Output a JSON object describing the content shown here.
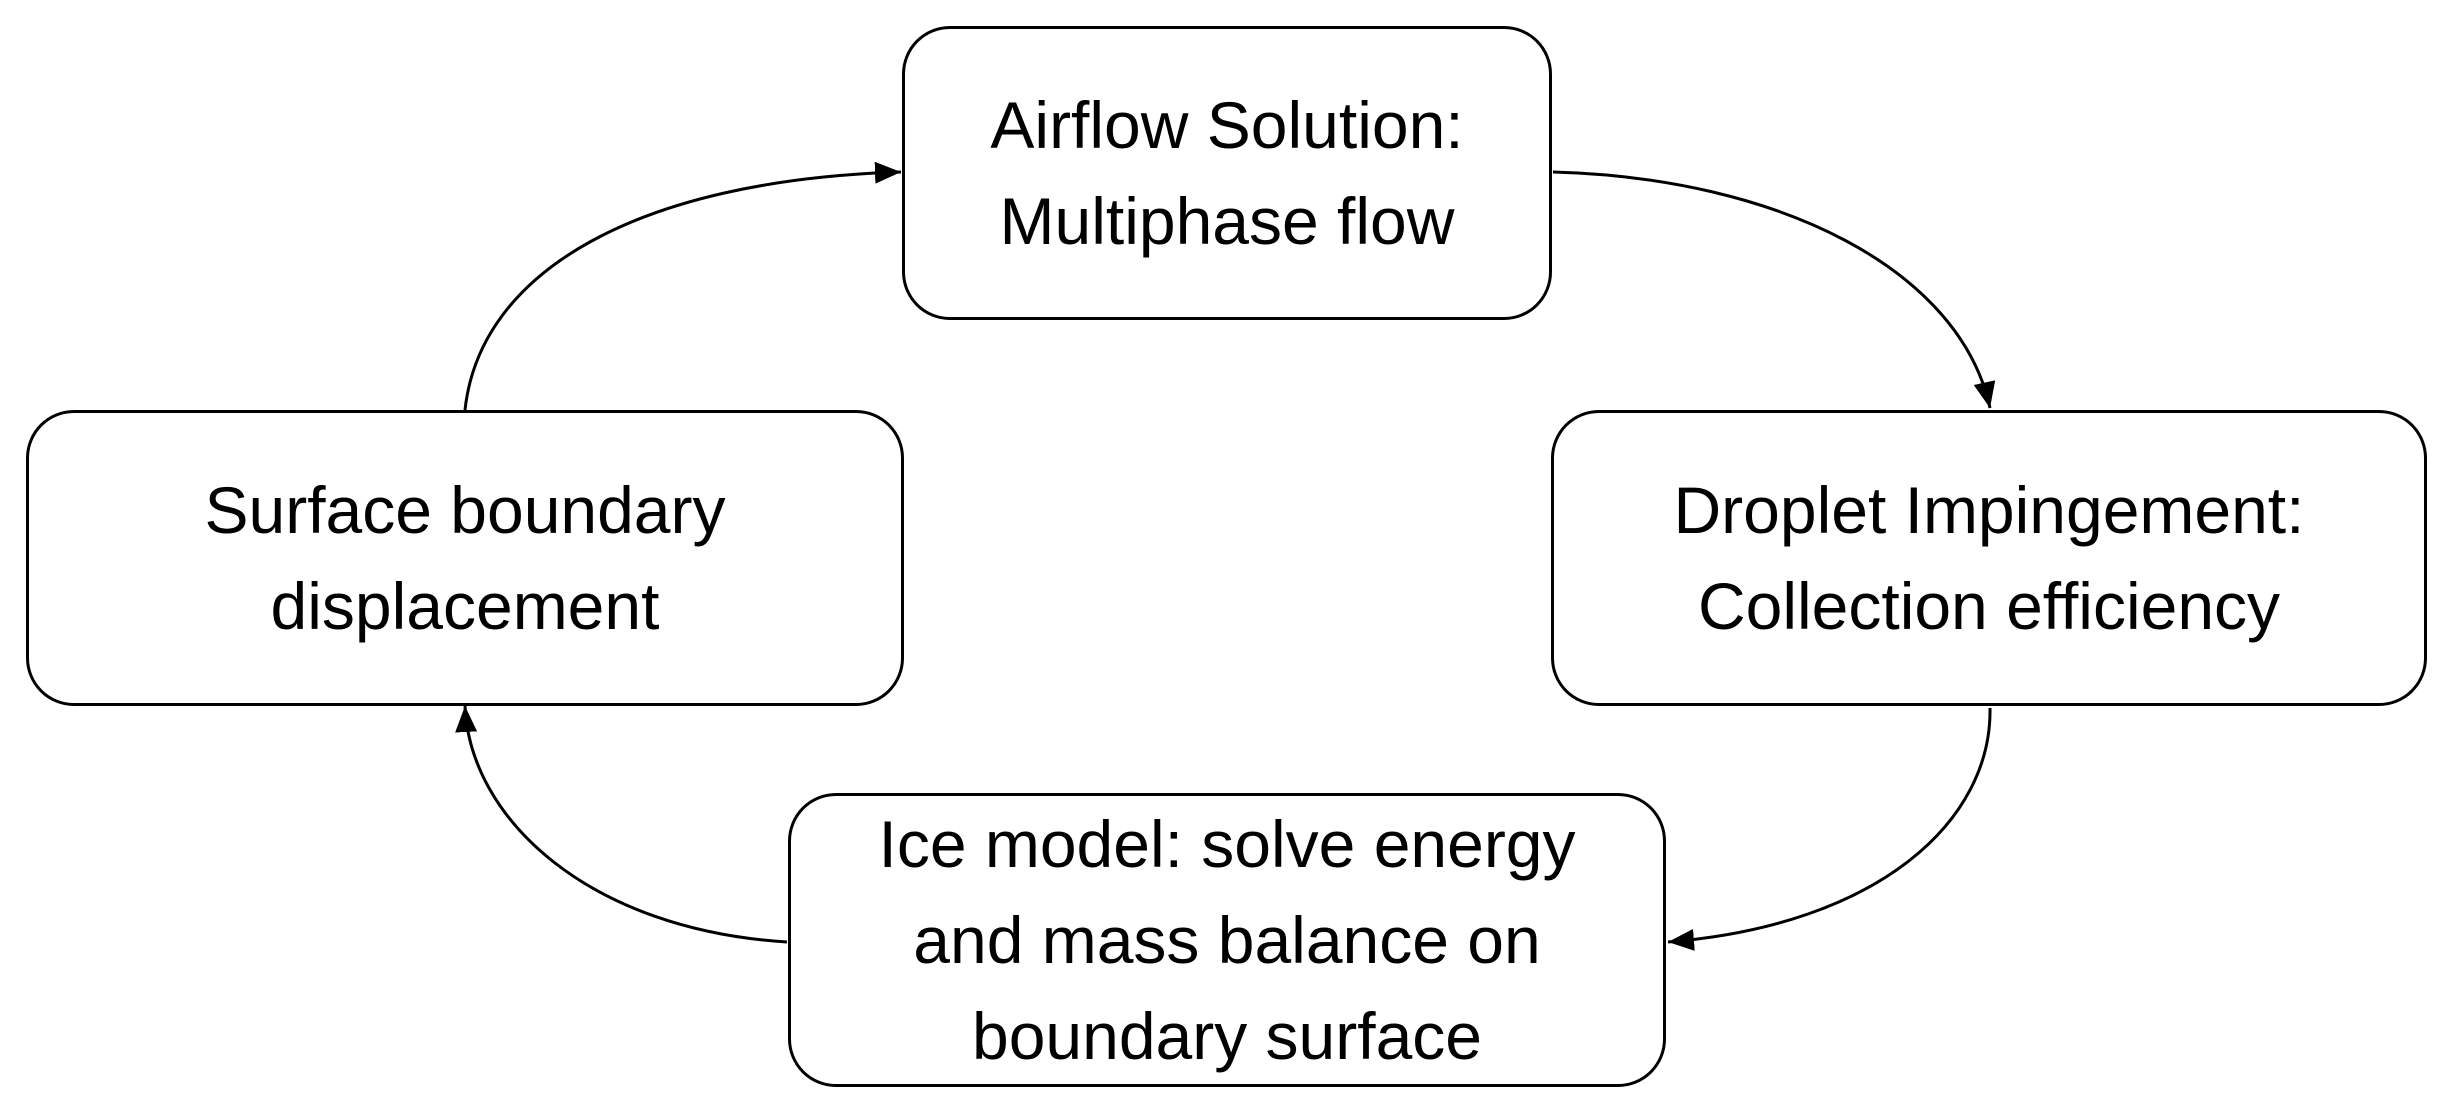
{
  "diagram": {
    "title": "",
    "line_color": "#000000",
    "box_fill": "#ffffff",
    "nodes": [
      {
        "id": "airflow",
        "lines": [
          "Airflow Solution:",
          "Multiphase flow"
        ]
      },
      {
        "id": "droplet",
        "lines": [
          "Droplet Impingement:",
          "Collection efficiency"
        ]
      },
      {
        "id": "ice",
        "lines": [
          "Ice model: solve energy",
          "and mass balance on",
          "boundary surface"
        ]
      },
      {
        "id": "surface",
        "lines": [
          "Surface boundary",
          "displacement"
        ]
      }
    ],
    "edges": [
      {
        "from": "airflow",
        "to": "droplet"
      },
      {
        "from": "droplet",
        "to": "ice"
      },
      {
        "from": "ice",
        "to": "surface"
      },
      {
        "from": "surface",
        "to": "airflow"
      }
    ]
  }
}
